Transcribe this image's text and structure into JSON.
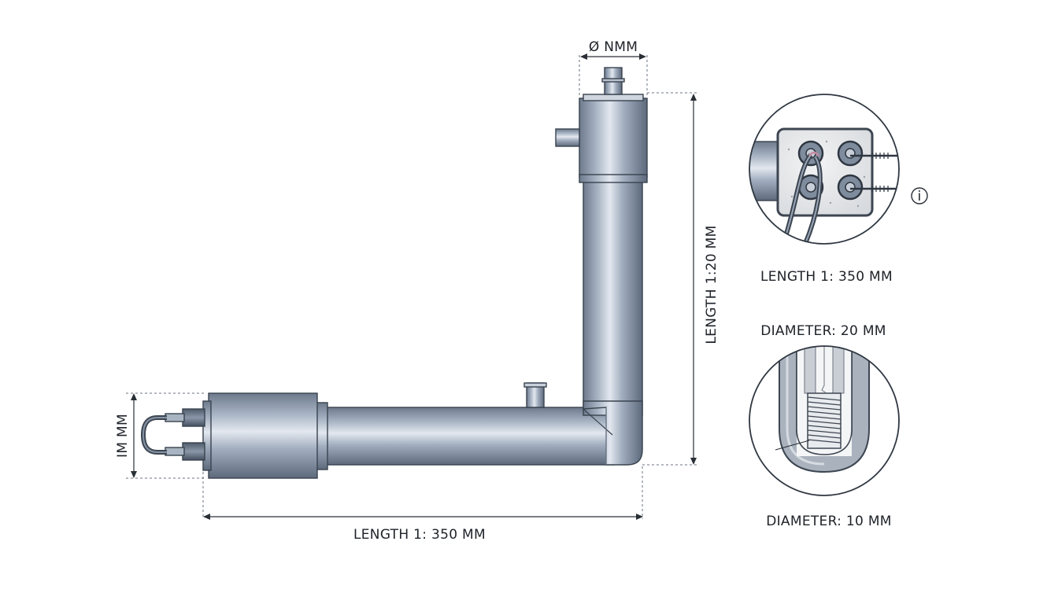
{
  "dimensions": {
    "top_diameter": "Ø NMM",
    "left_height": "IM MM",
    "bottom_length": "LENGTH 1: 350 MM",
    "vertical_length": "LENGTH 1:20 MM"
  },
  "detail_labels": {
    "terminal_view": "LENGTH 1: 350 MM",
    "diameter_upper": "DIAMETER: 20 MM",
    "diameter_lower": "DIAMETER: 10 MM",
    "info_marker": "i"
  },
  "colors": {
    "metal_dark": "#5f6d80",
    "metal_mid": "#9aa7b8",
    "metal_light": "#dfe5ee",
    "outline": "#39424e",
    "text": "#1e2228"
  },
  "icons": {
    "info": "info-circle-icon"
  }
}
